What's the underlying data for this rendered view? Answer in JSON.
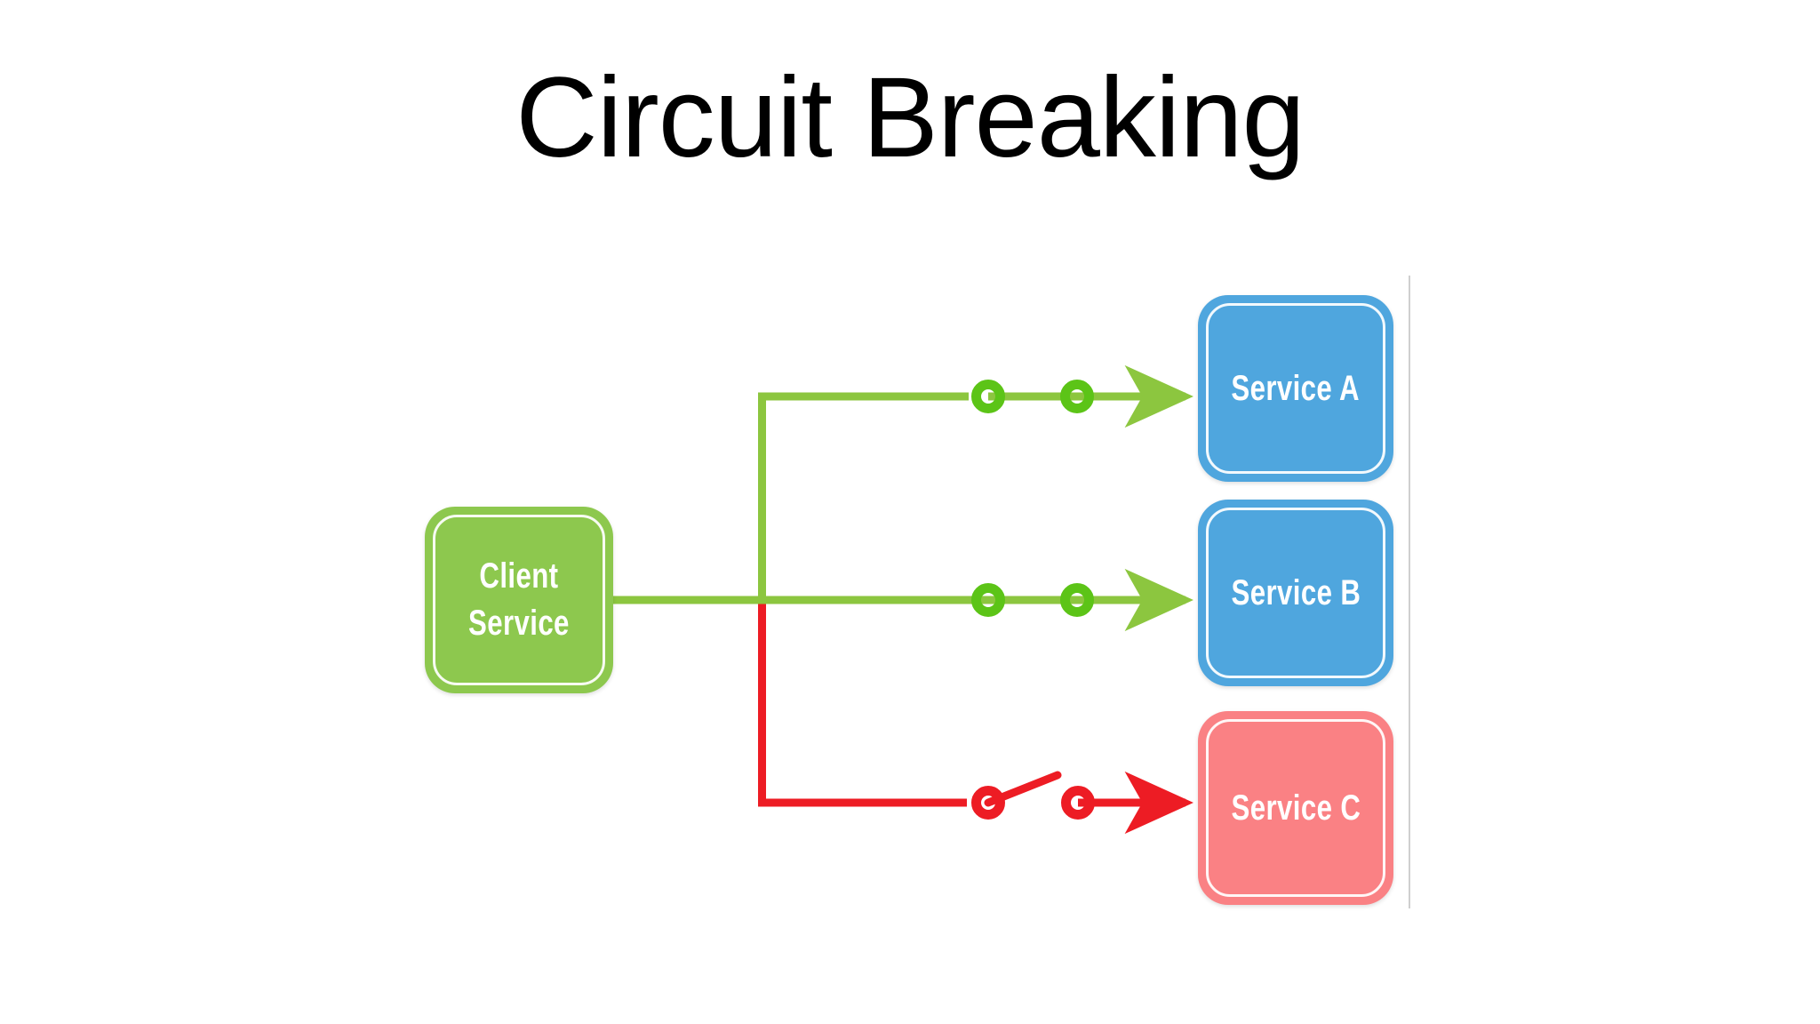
{
  "slide": {
    "title": "Circuit Breaking",
    "background_color": "#ffffff"
  },
  "palette": {
    "green_fill": "#8dc84e",
    "green_wire": "#7ac943",
    "blue_fill": "#4fa6de",
    "salmon_fill": "#fa8184",
    "red_wire": "#ed1c24",
    "boundary_gray": "#cfcfcf",
    "title_color": "#000000",
    "node_text_color": "#ffffff"
  },
  "diagram": {
    "type": "circuit-breaker-architecture",
    "nodes": [
      {
        "id": "client",
        "label": "Client\nService",
        "color": "#8dc84e",
        "role": "caller"
      },
      {
        "id": "service-a",
        "label": "Service A",
        "color": "#4fa6de",
        "role": "healthy-downstream"
      },
      {
        "id": "service-b",
        "label": "Service B",
        "color": "#4fa6de",
        "role": "healthy-downstream"
      },
      {
        "id": "service-c",
        "label": "Service C",
        "color": "#fa8184",
        "role": "failing-downstream"
      }
    ],
    "connections": [
      {
        "id": "conn-a",
        "from": "client",
        "to": "service-a",
        "state": "closed",
        "color": "#7ac943",
        "breaker_open": false
      },
      {
        "id": "conn-b",
        "from": "client",
        "to": "service-b",
        "state": "closed",
        "color": "#7ac943",
        "breaker_open": false
      },
      {
        "id": "conn-c",
        "from": "client",
        "to": "service-c",
        "state": "open",
        "color": "#ed1c24",
        "breaker_open": true
      }
    ],
    "breakers": [
      {
        "id": "breaker-a",
        "on_connection": "conn-a",
        "state": "closed",
        "terminals": 2
      },
      {
        "id": "breaker-b",
        "on_connection": "conn-b",
        "state": "closed",
        "terminals": 2
      },
      {
        "id": "breaker-c",
        "on_connection": "conn-c",
        "state": "open",
        "terminals": 2
      }
    ]
  }
}
